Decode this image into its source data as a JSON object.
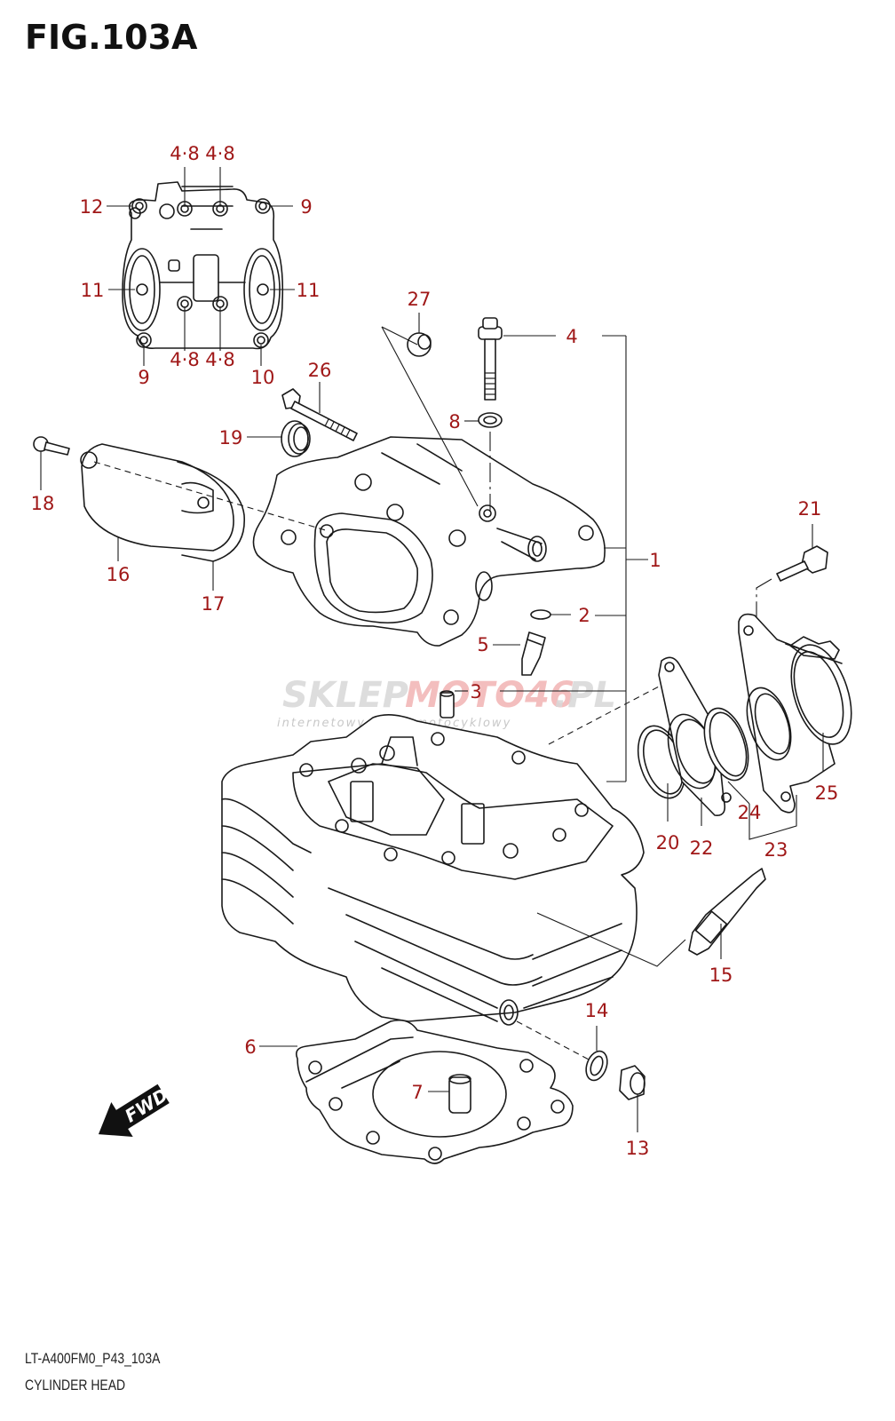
{
  "figure": {
    "title": "FIG.103A",
    "model_code": "LT-A400FM0_P43_103A",
    "section_name": "CYLINDER HEAD",
    "label_color": "#a01818"
  },
  "watermark": {
    "brand_part1": "SKLEP",
    "brand_part2": "MOTO46",
    "brand_part3": ".PL",
    "tagline": "internetowy sklep motocyklowy"
  },
  "direction_marker": {
    "text": "FWD",
    "icon": "forward-arrow-icon"
  },
  "callouts": [
    {
      "id": "c1",
      "text": "1"
    },
    {
      "id": "c2",
      "text": "2"
    },
    {
      "id": "c3",
      "text": "3"
    },
    {
      "id": "c4",
      "text": "4"
    },
    {
      "id": "c5",
      "text": "5"
    },
    {
      "id": "c6",
      "text": "6"
    },
    {
      "id": "c7",
      "text": "7"
    },
    {
      "id": "c8",
      "text": "8"
    },
    {
      "id": "c9a",
      "text": "9"
    },
    {
      "id": "c9b",
      "text": "9"
    },
    {
      "id": "c10",
      "text": "10"
    },
    {
      "id": "c11a",
      "text": "11"
    },
    {
      "id": "c11b",
      "text": "11"
    },
    {
      "id": "c12",
      "text": "12"
    },
    {
      "id": "c13",
      "text": "13"
    },
    {
      "id": "c14",
      "text": "14"
    },
    {
      "id": "c15",
      "text": "15"
    },
    {
      "id": "c16",
      "text": "16"
    },
    {
      "id": "c17",
      "text": "17"
    },
    {
      "id": "c18",
      "text": "18"
    },
    {
      "id": "c19",
      "text": "19"
    },
    {
      "id": "c20",
      "text": "20"
    },
    {
      "id": "c21",
      "text": "21"
    },
    {
      "id": "c22",
      "text": "22"
    },
    {
      "id": "c23",
      "text": "23"
    },
    {
      "id": "c24",
      "text": "24"
    },
    {
      "id": "c25",
      "text": "25"
    },
    {
      "id": "c26",
      "text": "26"
    },
    {
      "id": "c27",
      "text": "27"
    },
    {
      "id": "c48a",
      "text": "4·8"
    },
    {
      "id": "c48b",
      "text": "4·8"
    },
    {
      "id": "c48c",
      "text": "4·8"
    },
    {
      "id": "c48d",
      "text": "4·8"
    }
  ]
}
